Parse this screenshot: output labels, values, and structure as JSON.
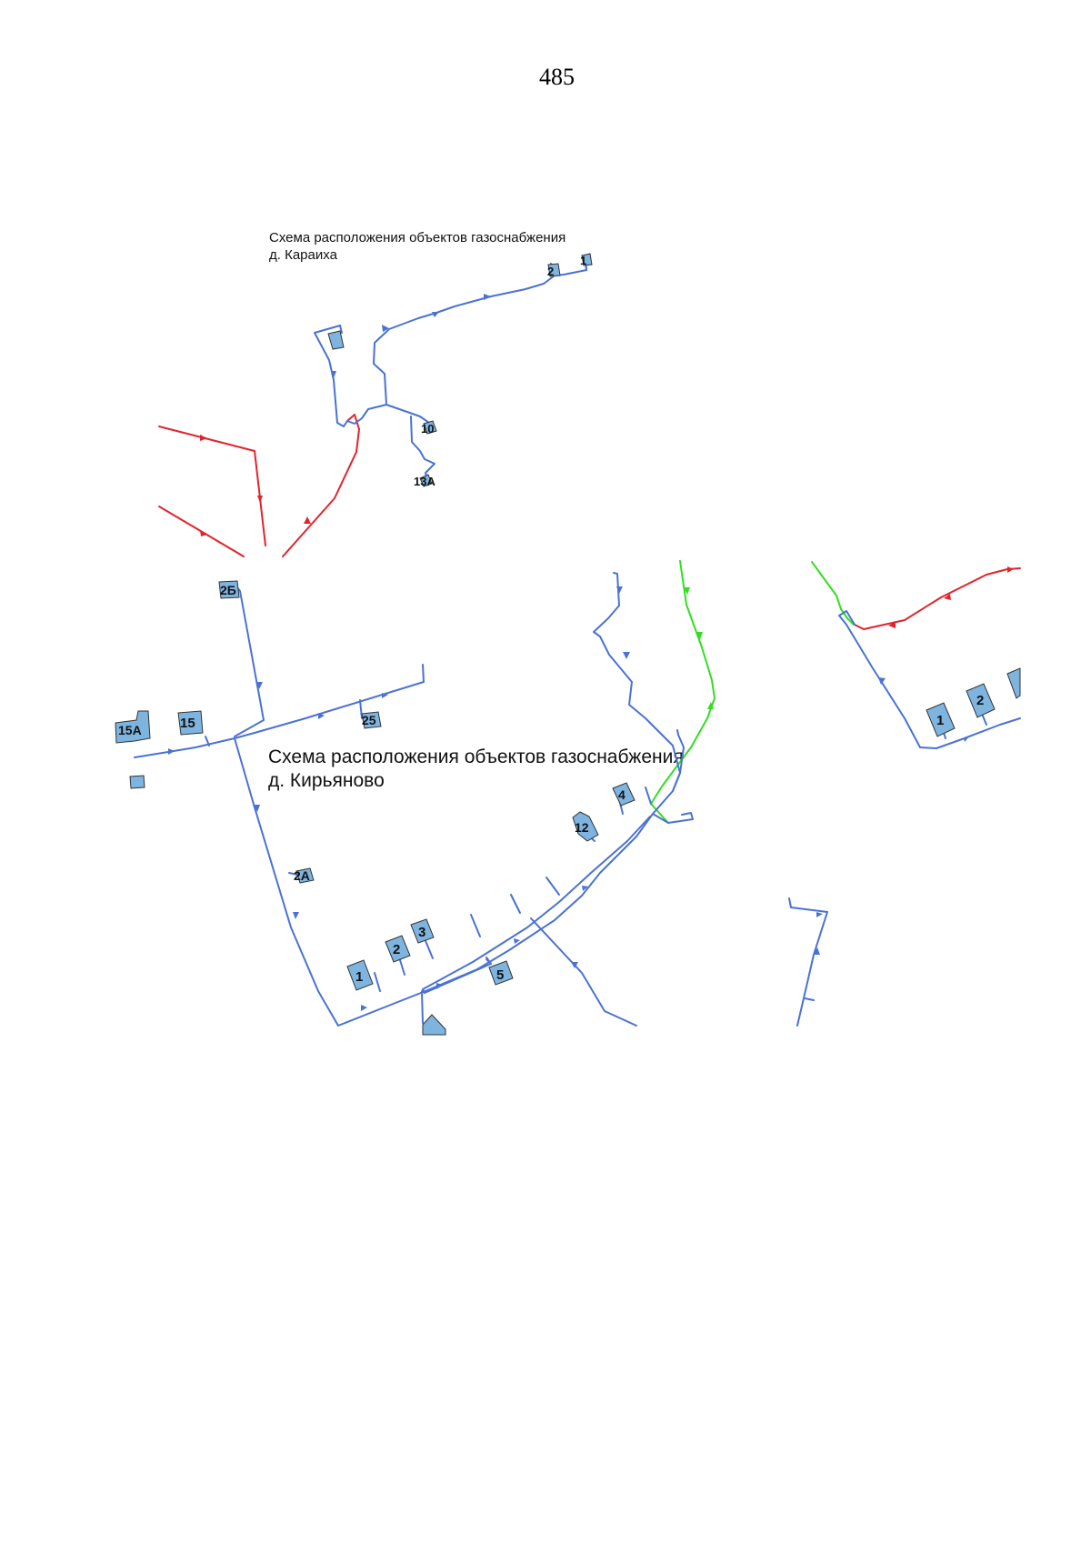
{
  "page": {
    "number": "485"
  },
  "maps": {
    "karaiha": {
      "title_line1": "Схема расположения объектов газоснабжения",
      "title_line2": "д. Караиха",
      "buildings": [
        {
          "label": "2"
        },
        {
          "label": "1"
        },
        {
          "label": ""
        },
        {
          "label": "10"
        },
        {
          "label": "13А"
        }
      ]
    },
    "kiryanovo": {
      "title_line1": "Схема расположения объектов газоснабжения",
      "title_line2": "д. Кирьяново",
      "buildings": [
        {
          "label": "2Б"
        },
        {
          "label": "15А"
        },
        {
          "label": "15"
        },
        {
          "label": "25"
        },
        {
          "label": ""
        },
        {
          "label": "2А"
        },
        {
          "label": "1"
        },
        {
          "label": "2"
        },
        {
          "label": "3"
        },
        {
          "label": "5"
        },
        {
          "label": "4"
        },
        {
          "label": "12"
        },
        {
          "label": ""
        },
        {
          "label": "1"
        },
        {
          "label": "2"
        },
        {
          "label": ""
        }
      ]
    }
  },
  "legend_colors": {
    "distribution_pipe": "#4a72d4",
    "high_pressure_pipe": "#e0242c",
    "other_pipe": "#33dd22",
    "building_fill": "#7eb4e0"
  }
}
